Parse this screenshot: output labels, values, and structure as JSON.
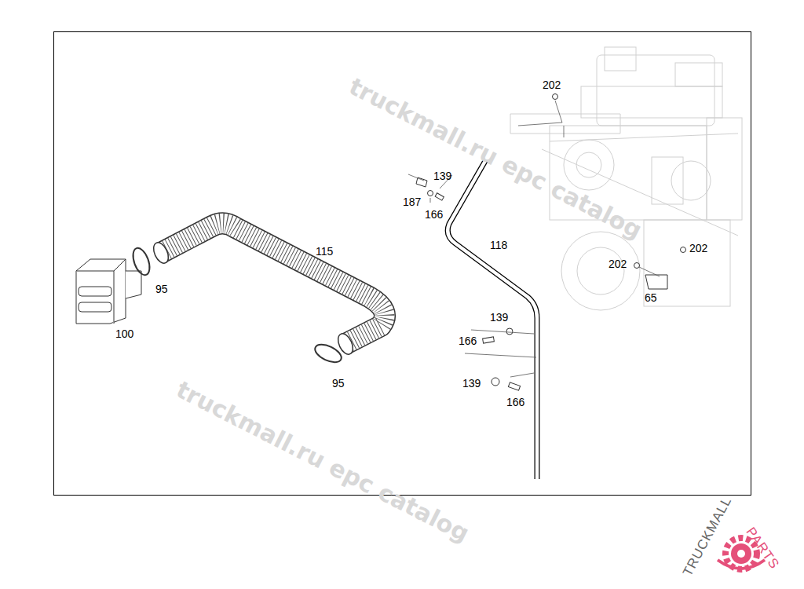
{
  "diagram": {
    "labels": [
      "202",
      "139",
      "187",
      "166",
      "118",
      "115",
      "95",
      "100",
      "95",
      "139",
      "166",
      "139",
      "166",
      "202",
      "202",
      "65",
      "truckmall.ru epc catalog",
      "truckmall.ru epc catalog",
      "TRUCKMALL",
      "PARTS"
    ]
  }
}
